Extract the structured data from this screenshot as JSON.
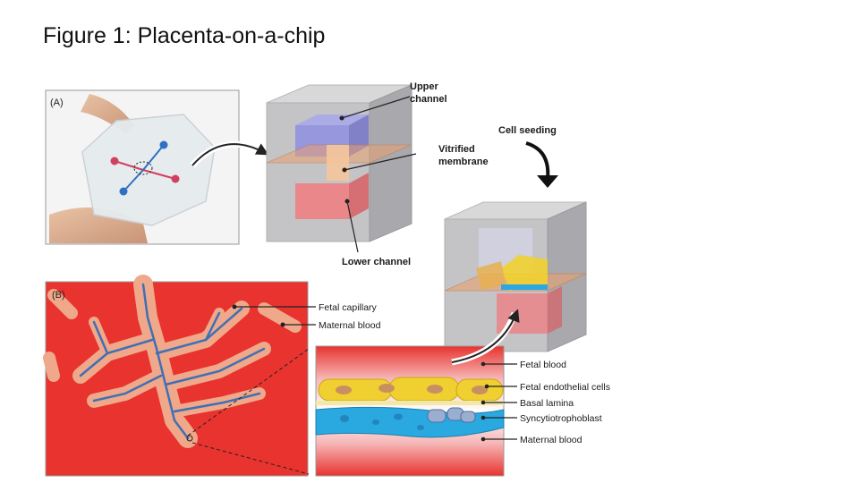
{
  "title": "Figure 1: Placenta-on-a-chip",
  "panel_a": {
    "tag": "(A)",
    "labels": {
      "upper_channel_1": "Upper",
      "upper_channel_2": "channel",
      "vitrified_1": "Vitrified",
      "vitrified_2": "membrane",
      "lower_channel": "Lower channel",
      "cell_seeding": "Cell seeding"
    }
  },
  "panel_b": {
    "tag": "(B)",
    "labels": {
      "fetal_capillary": "Fetal capillary",
      "maternal_blood_top": "Maternal blood",
      "fetal_blood": "Fetal blood",
      "fetal_endothelial": "Fetal endothelial cells",
      "basal_lamina": "Basal lamina",
      "syncytio": "Syncytiotrophoblast",
      "maternal_blood_bottom": "Maternal blood"
    }
  },
  "colors": {
    "maternal_red": "#e8332f",
    "villus_pink": "#f0a88a",
    "capillary_blue": "#3f6fb5",
    "upper_channel": "#8f8fe0",
    "lower_channel": "#f07c80",
    "membrane": "#e8a070",
    "endothelial": "#f0d030",
    "syncytio": "#2aa8e0"
  }
}
